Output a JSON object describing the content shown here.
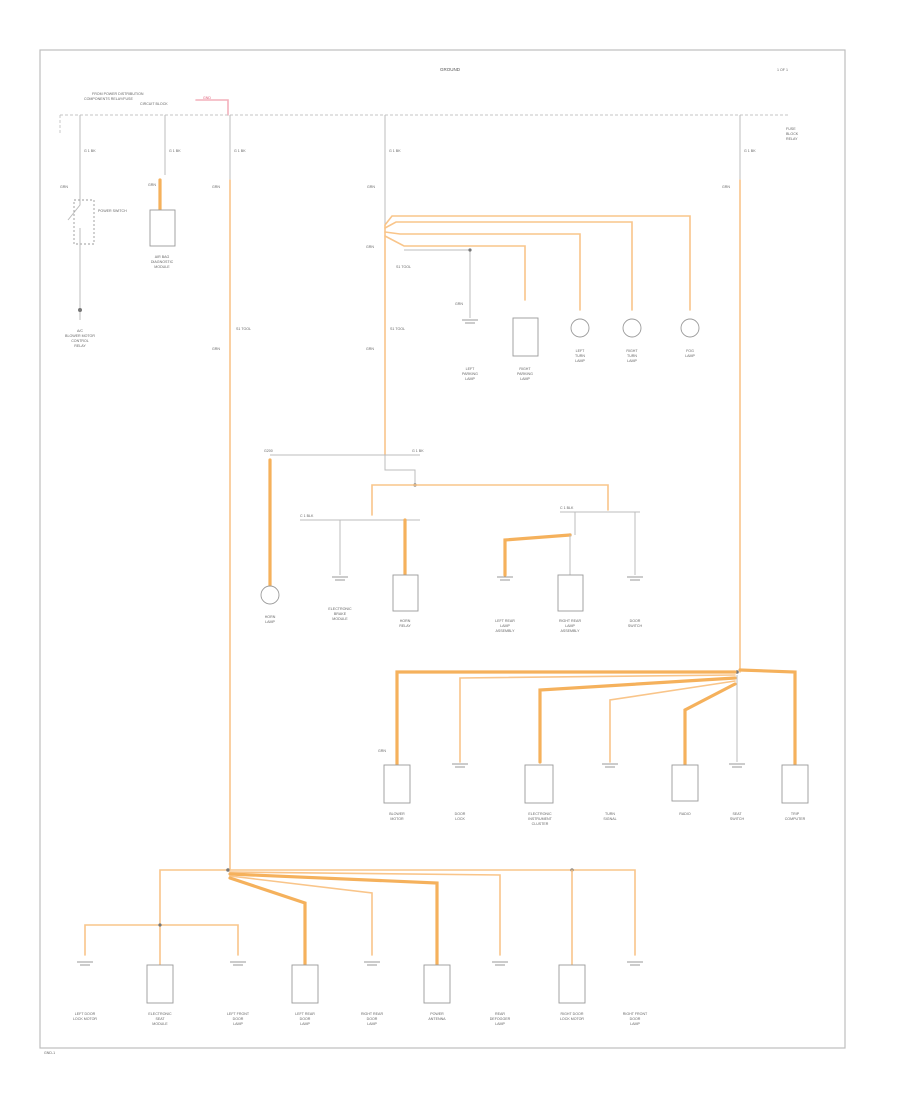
{
  "header": {
    "title": "GROUND",
    "page_code": "1 OF 1"
  },
  "colors": {
    "wire": "#f9c58a",
    "wire_bold": "#f5b15c",
    "frame": "#bdbdbd",
    "text": "#666666"
  },
  "top_note": {
    "lines": [
      "FROM POWER DISTRIBUTION",
      "COMPONENTS RELAY/FUSE",
      "CIRCUIT BLOCK"
    ],
    "tag": "GND"
  },
  "side_note": {
    "lines": [
      "FUSE",
      "BLOCK",
      "RELAY"
    ]
  },
  "wire_codes": [
    "GRN",
    "GRN",
    "GRN",
    "GRN",
    "GRN",
    "GRN",
    "GRN",
    "GRN",
    "GRN",
    "GRN"
  ],
  "top_branches": [
    {
      "id": "b1",
      "label": "G 1 BK"
    },
    {
      "id": "b2",
      "label": "G 1 BK"
    },
    {
      "id": "b3",
      "label": "G 1 BK"
    },
    {
      "id": "b4",
      "label": "G 1 BK"
    },
    {
      "id": "b5",
      "label": "G 1 BK"
    }
  ],
  "left_group": {
    "switch_label": "POWER SWITCH",
    "bottom_label": [
      "A/C",
      "BLOWER MOTOR",
      "CONTROL",
      "RELAY"
    ],
    "module_label": [
      "AIR BAG",
      "DIAGNOSTIC",
      "MODULE"
    ]
  },
  "splices": {
    "s1": "S1 TOOL",
    "s2": "S1 TOOL",
    "s3": "S1 TOOL"
  },
  "upper_right_loads": [
    {
      "label": [
        "LEFT",
        "PARKING",
        "LAMP"
      ]
    },
    {
      "label": [
        "RIGHT",
        "PARKING",
        "LAMP"
      ]
    },
    {
      "label": [
        "LEFT",
        "TURN",
        "LAMP"
      ]
    },
    {
      "label": [
        "RIGHT",
        "TURN",
        "LAMP"
      ]
    },
    {
      "label": [
        "FOG",
        "LAMP"
      ]
    }
  ],
  "middle_tags": {
    "left": "G200",
    "right": "G 1 BK"
  },
  "middle_connectors": {
    "a": "C 1 BLK",
    "b": "C 1 BLK"
  },
  "middle_loads": [
    {
      "label": [
        "HORN",
        "LAMP"
      ]
    },
    {
      "label": [
        "ELECTRONIC",
        "BRAKE",
        "MODULE"
      ]
    },
    {
      "label": [
        "HORN",
        "RELAY"
      ]
    },
    {
      "label": [
        "LEFT REAR",
        "LAMP",
        "ASSEMBLY"
      ]
    },
    {
      "label": [
        "RIGHT REAR",
        "LAMP",
        "ASSEMBLY"
      ]
    },
    {
      "label": [
        "DOOR",
        "SWITCH"
      ]
    }
  ],
  "right_loads": [
    {
      "label": [
        "BLOWER",
        "MOTOR"
      ]
    },
    {
      "label": [
        "DOOR",
        "LOCK"
      ]
    },
    {
      "label": [
        "ELECTRONIC",
        "INSTRUMENT",
        "CLUSTER"
      ]
    },
    {
      "label": [
        "TURN",
        "SIGNAL"
      ]
    },
    {
      "label": [
        "RADIO"
      ]
    },
    {
      "label": [
        "SEAT",
        "SWITCH"
      ]
    },
    {
      "label": [
        "TRIP",
        "COMPUTER"
      ]
    }
  ],
  "bottom_loads": [
    {
      "label": [
        "LEFT DOOR",
        "LOCK MOTOR"
      ]
    },
    {
      "label": [
        "ELECTRONIC",
        "SEAT",
        "MODULE"
      ]
    },
    {
      "label": [
        "LEFT FRONT",
        "DOOR",
        "LAMP"
      ]
    },
    {
      "label": [
        "LEFT REAR",
        "DOOR",
        "LAMP"
      ]
    },
    {
      "label": [
        "RIGHT REAR",
        "DOOR",
        "LAMP"
      ]
    },
    {
      "label": [
        "POWER",
        "ANTENNA"
      ]
    },
    {
      "label": [
        "REAR",
        "DEFOGGER",
        "LAMP"
      ]
    },
    {
      "label": [
        "RIGHT DOOR",
        "LOCK MOTOR"
      ]
    },
    {
      "label": [
        "RIGHT FRONT",
        "DOOR",
        "LAMP"
      ]
    }
  ],
  "footer": {
    "code": "GND-1"
  }
}
